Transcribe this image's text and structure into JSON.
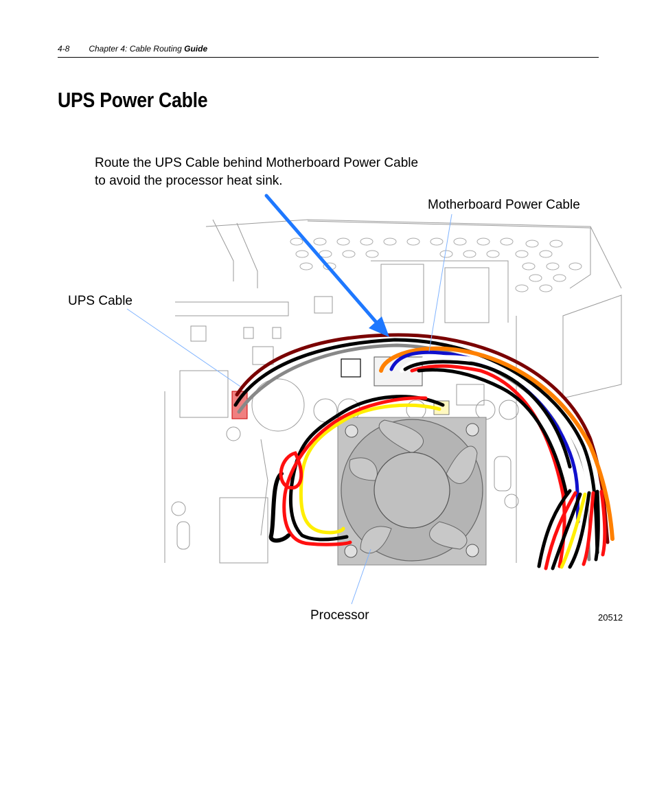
{
  "header": {
    "page_number": "4-8",
    "chapter": "Chapter 4:  Cable Routing",
    "guide": "Guide"
  },
  "title": "UPS Power Cable",
  "figure": {
    "callout_line1": "Route the UPS Cable behind Motherboard Power Cable",
    "callout_line2": "to avoid the processor heat sink.",
    "label_motherboard": "Motherboard Power Cable",
    "label_ups": "UPS Cable",
    "label_processor": "Processor",
    "figure_number": "20512",
    "arrow_color": "#1e78ff"
  }
}
